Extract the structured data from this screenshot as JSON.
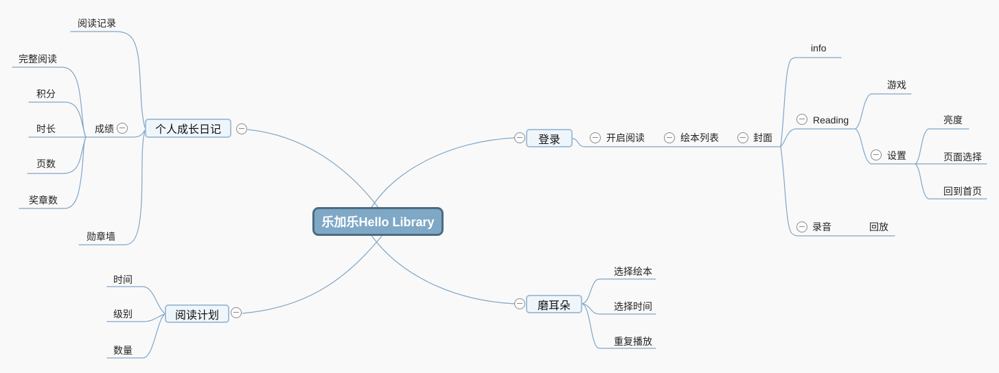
{
  "app": {
    "title": "乐加乐Hello Library mind map"
  },
  "colors": {
    "background": "#f9f9f9",
    "line": "#7fa5c6",
    "root_fill": "#7fa8c6",
    "root_border": "#4d6b80",
    "node_fill": "#eff6fb",
    "node_border": "#a3c0d8",
    "expander_gray": "#898989",
    "text": "#222222"
  },
  "icons": {
    "collapse": "minus-circle-icon"
  },
  "mindmap": {
    "root": {
      "label": "乐加乐Hello Library"
    },
    "branches": [
      {
        "label": "个人成长日记",
        "children": [
          {
            "label": "阅读记录"
          },
          {
            "label": "成绩",
            "children": [
              {
                "label": "完整阅读"
              },
              {
                "label": "积分"
              },
              {
                "label": "时长"
              },
              {
                "label": "页数"
              },
              {
                "label": "奖章数"
              }
            ]
          },
          {
            "label": "勋章墙"
          }
        ]
      },
      {
        "label": "阅读计划",
        "children": [
          {
            "label": "时间"
          },
          {
            "label": "级别"
          },
          {
            "label": "数量"
          }
        ]
      },
      {
        "label": "登录",
        "children": [
          {
            "label": "开启阅读",
            "children": [
              {
                "label": "绘本列表",
                "children": [
                  {
                    "label": "封面",
                    "children": [
                      {
                        "label": "info"
                      },
                      {
                        "label": "Reading",
                        "children": [
                          {
                            "label": "游戏"
                          },
                          {
                            "label": "设置",
                            "children": [
                              {
                                "label": "亮度"
                              },
                              {
                                "label": "页面选择"
                              },
                              {
                                "label": "回到首页"
                              }
                            ]
                          }
                        ]
                      },
                      {
                        "label": "录音",
                        "children": [
                          {
                            "label": "回放"
                          }
                        ]
                      }
                    ]
                  }
                ]
              }
            ]
          }
        ]
      },
      {
        "label": "磨耳朵",
        "children": [
          {
            "label": "选择绘本"
          },
          {
            "label": "选择时间"
          },
          {
            "label": "重复播放"
          }
        ]
      }
    ]
  }
}
